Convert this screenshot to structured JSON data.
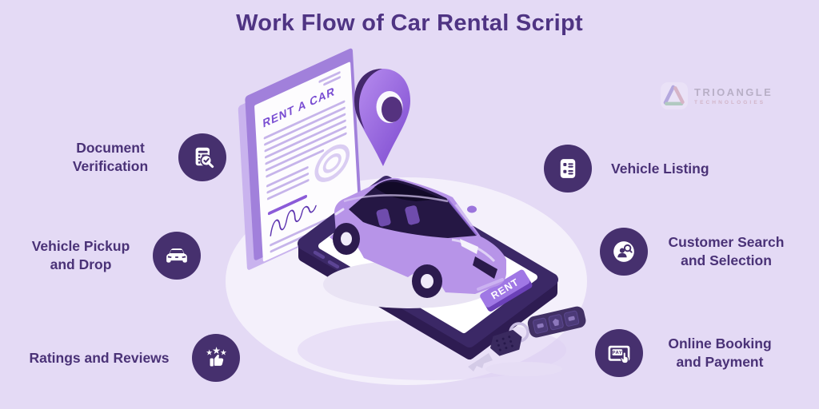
{
  "title": "Work Flow of Car Rental Script",
  "brand": {
    "name": "TRIOANGLE",
    "tagline": "TECHNOLOGIES"
  },
  "steps": {
    "left": [
      {
        "label": "Document Verification",
        "icon": "document-verification-icon"
      },
      {
        "label": "Vehicle Pickup and Drop",
        "icon": "car-front-icon"
      },
      {
        "label": "Ratings and Reviews",
        "icon": "thumbs-up-stars-icon"
      }
    ],
    "right": [
      {
        "label": "Vehicle Listing",
        "icon": "list-icon"
      },
      {
        "label": "Customer Search and Selection",
        "icon": "person-search-icon"
      },
      {
        "label": "Online Booking and Payment",
        "icon": "payment-hand-icon",
        "icon_text": "PAY"
      }
    ]
  },
  "illustration": {
    "document_title": "RENT A CAR",
    "rent_button_label": "RENT"
  },
  "colors": {
    "background": "#E4DAF5",
    "title_text": "#4F3483",
    "label_text": "#4A3277",
    "icon_circle": "#46306E",
    "ellipse": "#F4F0FB",
    "car_body": "#B794E8",
    "phone_frame": "#3B2866",
    "accent_purple": "#8B5BD8",
    "rent_button": "#A078E5"
  }
}
